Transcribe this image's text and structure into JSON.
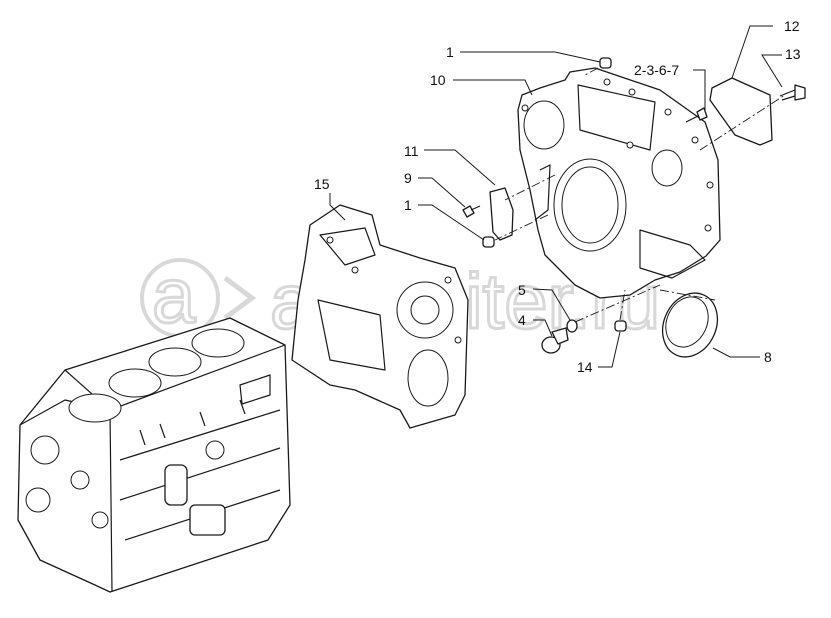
{
  "watermark": "autopiter.ru",
  "callouts": {
    "c1_top": "1",
    "c10": "10",
    "c11": "11",
    "c9": "9",
    "c1_mid": "1",
    "c15": "15",
    "c2367": "2-3-6-7",
    "c12": "12",
    "c13": "13",
    "c5": "5",
    "c4": "4",
    "c14": "14",
    "c8": "8"
  }
}
